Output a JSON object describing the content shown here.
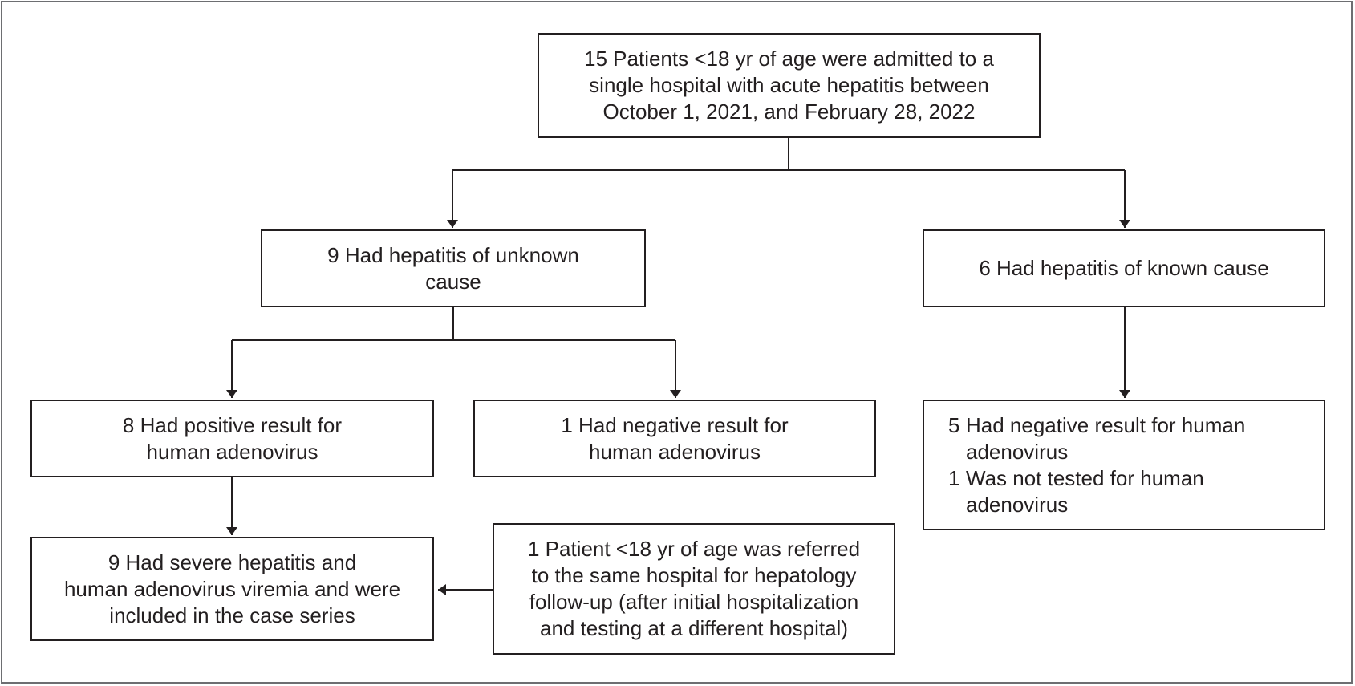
{
  "boxes": {
    "admitted": "15 Patients <18 yr of age were admitted to a\nsingle hospital with acute hepatitis between\nOctober 1, 2021, and February 28, 2022",
    "unknown_cause": "9 Had hepatitis of unknown\ncause",
    "known_cause": "6 Had hepatitis of known cause",
    "positive_hadv": "8 Had positive result for\nhuman adenovirus",
    "negative_hadv": "1 Had negative result for\nhuman adenovirus",
    "known_cause_results": [
      {
        "num": "5",
        "text": "Had negative result for human\nadenovirus"
      },
      {
        "num": "1",
        "text": "Was not tested for human\nadenovirus"
      }
    ],
    "case_series": "9 Had severe hepatitis and\nhuman adenovirus viremia and were\nincluded in the case series",
    "referred": "1 Patient <18 yr of age was referred\nto the same hospital for hepatology\nfollow-up (after initial hospitalization\nand testing at a different hospital)"
  },
  "colors": {
    "line": "#231f20",
    "frame": "#6d6e71",
    "background": "#ffffff"
  }
}
